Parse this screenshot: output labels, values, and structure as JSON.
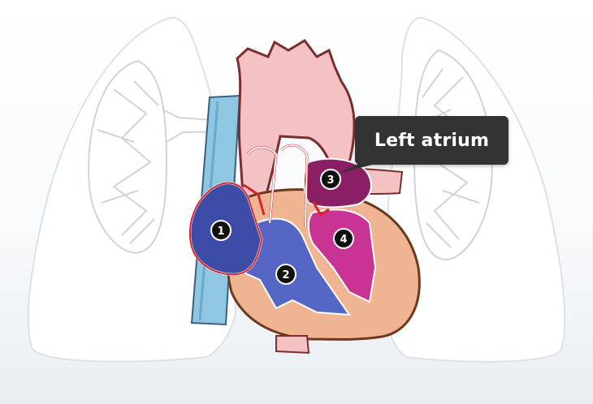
{
  "tooltip": {
    "label": "Left atrium"
  },
  "markers": [
    "1",
    "2",
    "3",
    "4"
  ],
  "colors": {
    "right_atrium": "#3d4ca6",
    "right_ventricle": "#5566c4",
    "left_atrium": "#8b1f66",
    "left_ventricle": "#c83394",
    "aorta": "#f5c2c4",
    "heart_muscle": "#efb592",
    "vena_cava": "#8fc7e2",
    "lungs": "#ffffff"
  }
}
